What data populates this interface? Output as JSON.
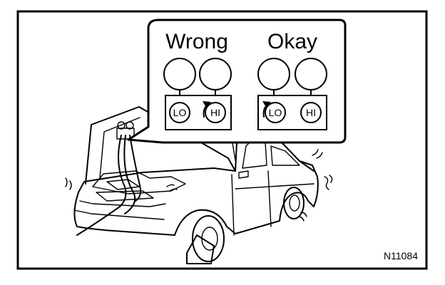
{
  "diagram": {
    "panels": [
      {
        "title": "Wrong",
        "valves": [
          {
            "label": "LO",
            "status": "closed"
          },
          {
            "label": "HI",
            "status": "open"
          }
        ]
      },
      {
        "title": "Okay",
        "valves": [
          {
            "label": "LO",
            "status": "open"
          },
          {
            "label": "HI",
            "status": "closed"
          }
        ]
      }
    ],
    "reference_code": "N11084"
  }
}
